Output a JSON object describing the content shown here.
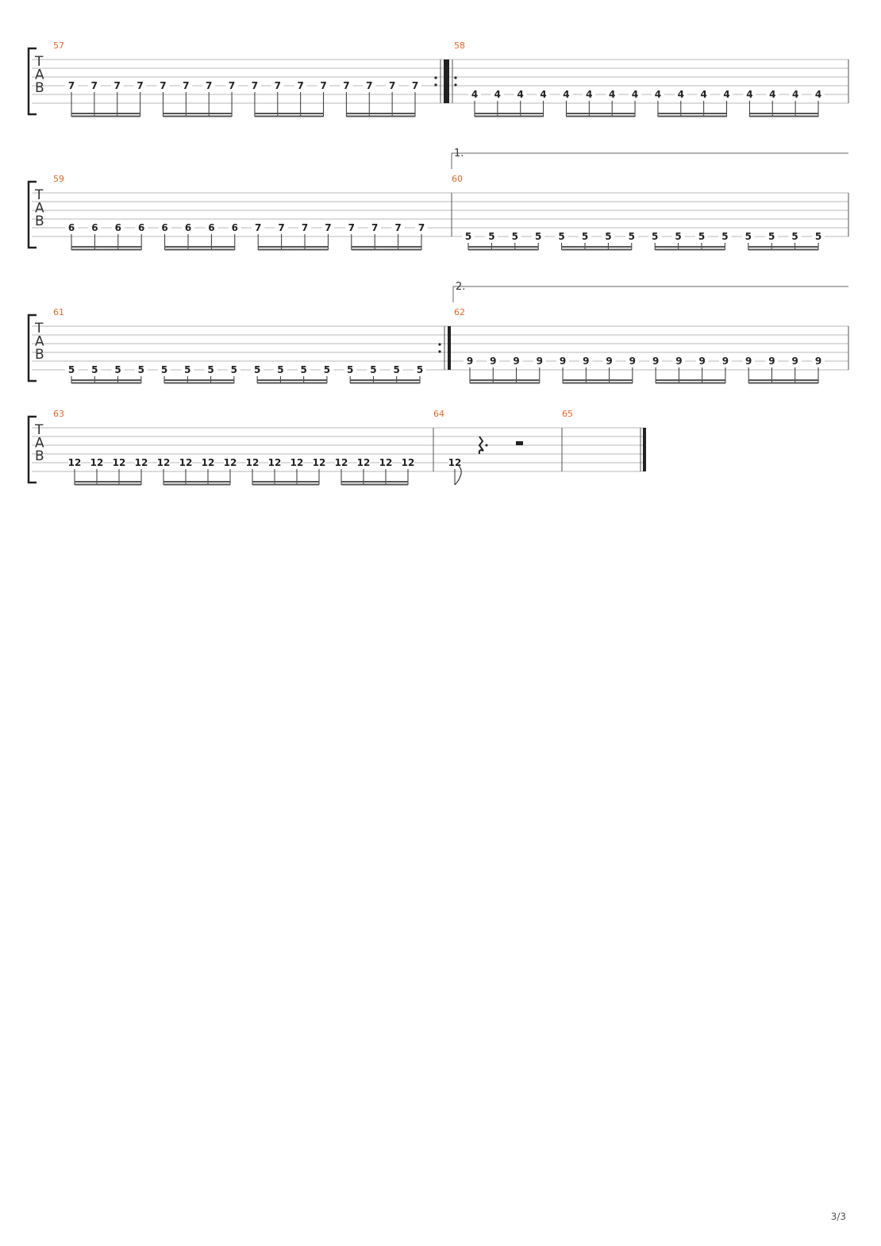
{
  "tab_clef": [
    "T",
    "A",
    "B"
  ],
  "systems": [
    {
      "measures": [
        {
          "number": "57",
          "notes": [
            "7",
            "7",
            "7",
            "7",
            "7",
            "7",
            "7",
            "7",
            "7",
            "7",
            "7",
            "7",
            "7",
            "7",
            "7",
            "7"
          ],
          "string": 3,
          "repeat_end": true
        },
        {
          "number": "58",
          "notes": [
            "4",
            "4",
            "4",
            "4",
            "4",
            "4",
            "4",
            "4",
            "4",
            "4",
            "4",
            "4",
            "4",
            "4",
            "4",
            "4"
          ],
          "string": 4,
          "repeat_start": true
        }
      ]
    },
    {
      "volta": {
        "label": "1."
      },
      "measures": [
        {
          "number": "59",
          "notes": [
            "6",
            "6",
            "6",
            "6",
            "6",
            "6",
            "6",
            "6",
            "7",
            "7",
            "7",
            "7",
            "7",
            "7",
            "7",
            "7"
          ],
          "string": 4
        },
        {
          "number": "60",
          "notes": [
            "5",
            "5",
            "5",
            "5",
            "5",
            "5",
            "5",
            "5",
            "5",
            "5",
            "5",
            "5",
            "5",
            "5",
            "5",
            "5"
          ],
          "string": 5
        }
      ]
    },
    {
      "volta": {
        "label": "2."
      },
      "measures": [
        {
          "number": "61",
          "notes": [
            "5",
            "5",
            "5",
            "5",
            "5",
            "5",
            "5",
            "5",
            "5",
            "5",
            "5",
            "5",
            "5",
            "5",
            "5",
            "5"
          ],
          "string": 5,
          "repeat_end": true
        },
        {
          "number": "62",
          "notes": [
            "9",
            "9",
            "9",
            "9",
            "9",
            "9",
            "9",
            "9",
            "9",
            "9",
            "9",
            "9",
            "9",
            "9",
            "9",
            "9"
          ],
          "string": 4
        }
      ]
    },
    {
      "measures": [
        {
          "number": "63",
          "notes": [
            "12",
            "12",
            "12",
            "12",
            "12",
            "12",
            "12",
            "12",
            "12",
            "12",
            "12",
            "12",
            "12",
            "12",
            "12",
            "12"
          ],
          "string": 4
        },
        {
          "number": "64",
          "notes": [
            "12"
          ],
          "string": 4,
          "rests": [
            "dotted-quarter-rest",
            "half-rest"
          ]
        },
        {
          "number": "65",
          "notes": [],
          "final_barline": true
        }
      ]
    }
  ],
  "page_number": "3/3"
}
